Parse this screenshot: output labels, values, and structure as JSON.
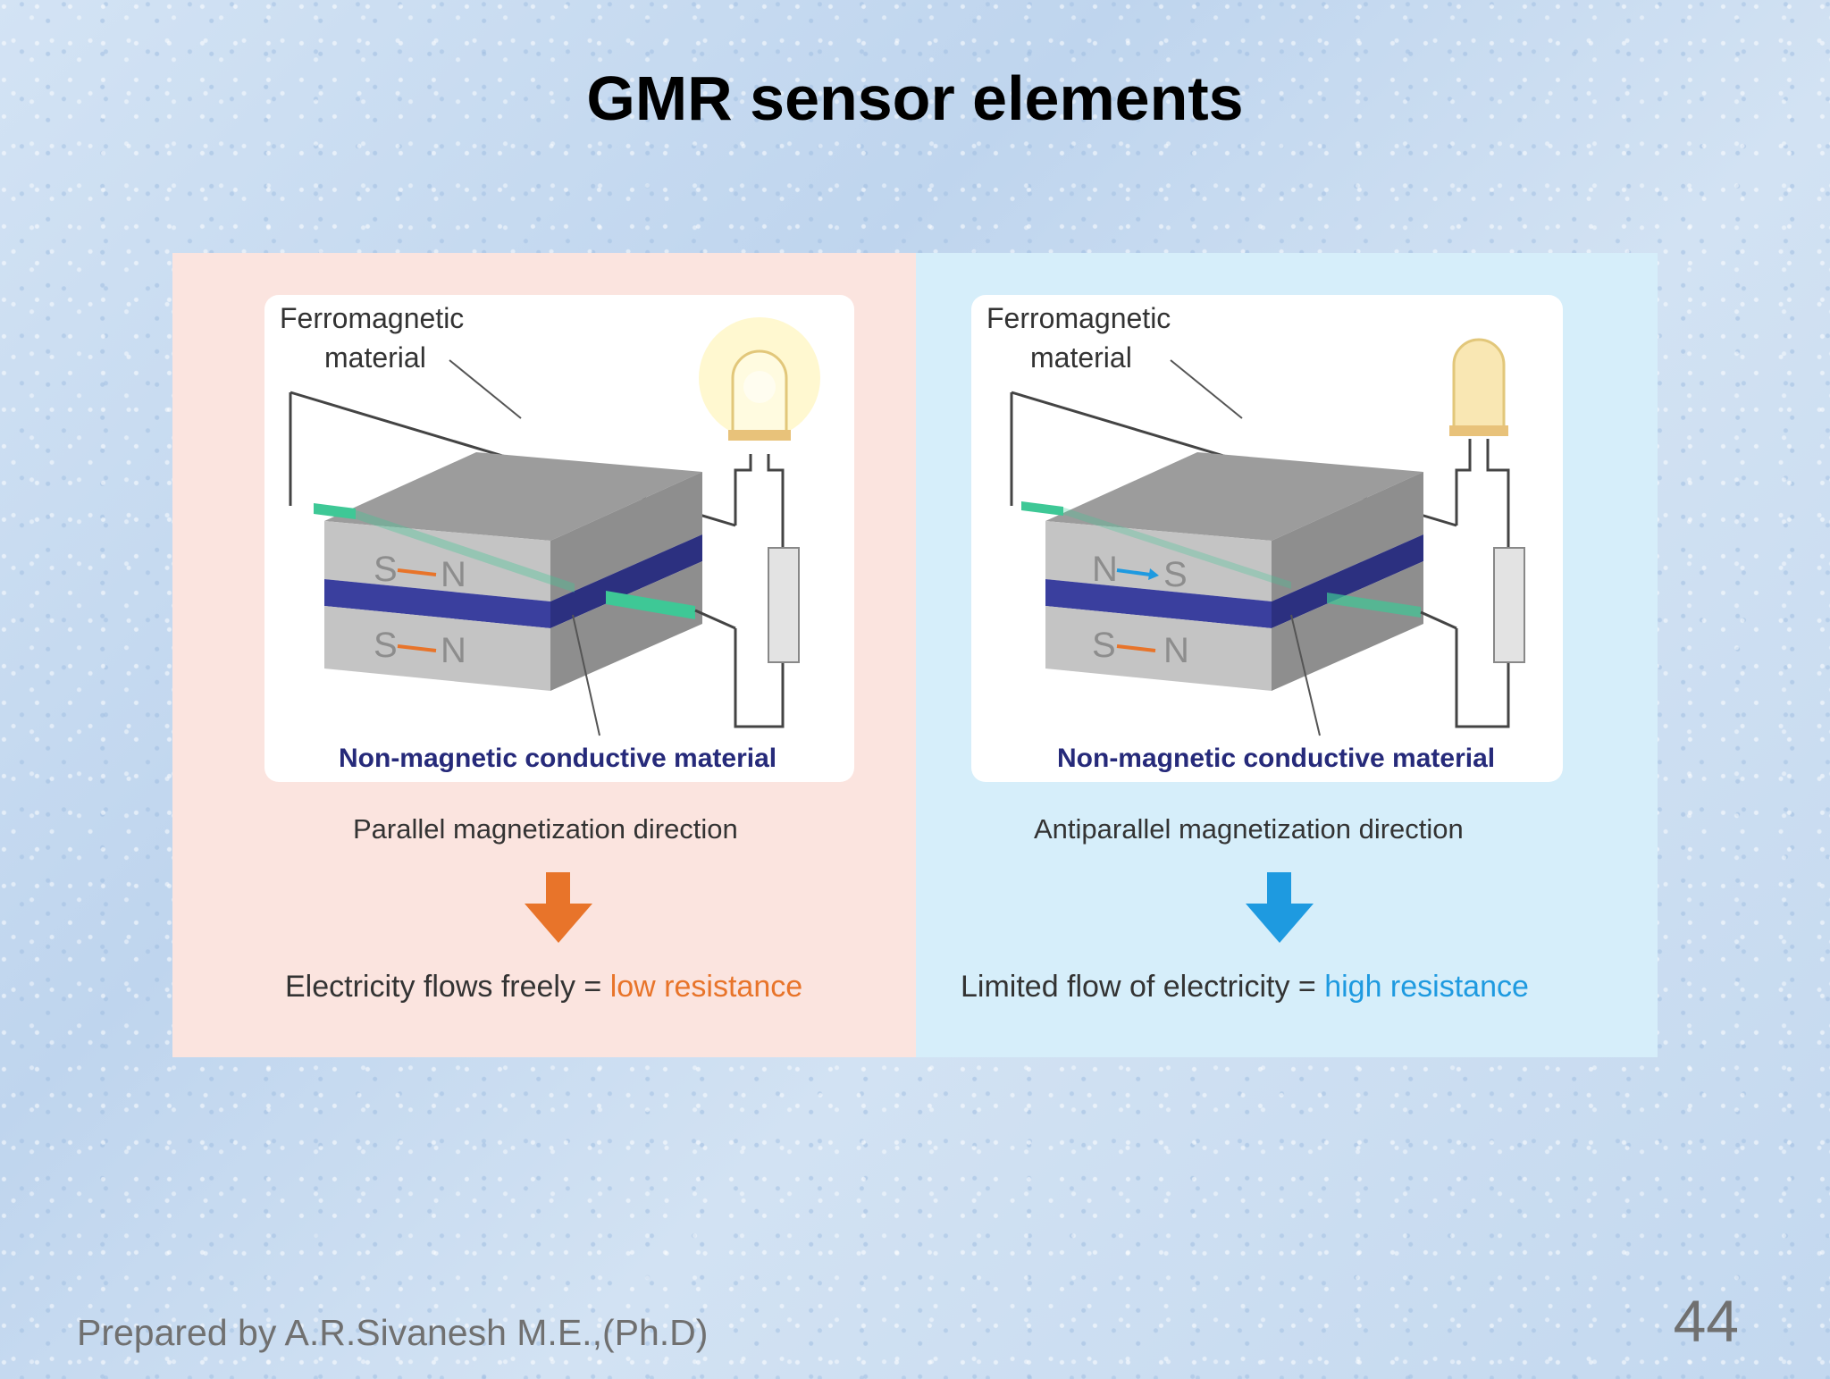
{
  "slide": {
    "title": "GMR sensor elements",
    "footer": "Prepared by A.R.Sivanesh M.E.,(Ph.D)",
    "page_number": "44"
  },
  "left_panel": {
    "ferro_label_line1": "Ferromagnetic",
    "ferro_label_line2": "material",
    "top_layer": {
      "pole_left": "S",
      "pole_right": "N"
    },
    "bottom_layer": {
      "pole_left": "S",
      "pole_right": "N"
    },
    "spacer_label": "Non-magnetic conductive material",
    "direction": "Parallel magnetization direction",
    "result_prefix": "Electricity flows freely = ",
    "result_highlight": "low resistance",
    "arrow_color": "#e8742a",
    "highlight_color": "#e8742a",
    "lamp": "lit-bulb-icon"
  },
  "right_panel": {
    "ferro_label_line1": "Ferromagnetic",
    "ferro_label_line2": "material",
    "top_layer": {
      "pole_left": "N",
      "pole_right": "S"
    },
    "bottom_layer": {
      "pole_left": "S",
      "pole_right": "N"
    },
    "spacer_label": "Non-magnetic conductive material",
    "direction": "Antiparallel magnetization direction",
    "result_prefix": "Limited flow of electricity = ",
    "result_highlight": "high resistance",
    "arrow_color": "#1e9ae0",
    "highlight_color": "#1e9ae0",
    "lamp": "dim-bulb-icon"
  },
  "colors": {
    "spacer_blue": "#3a3f9e",
    "current_green": "#3ec896",
    "label_navy": "#262a7a"
  }
}
